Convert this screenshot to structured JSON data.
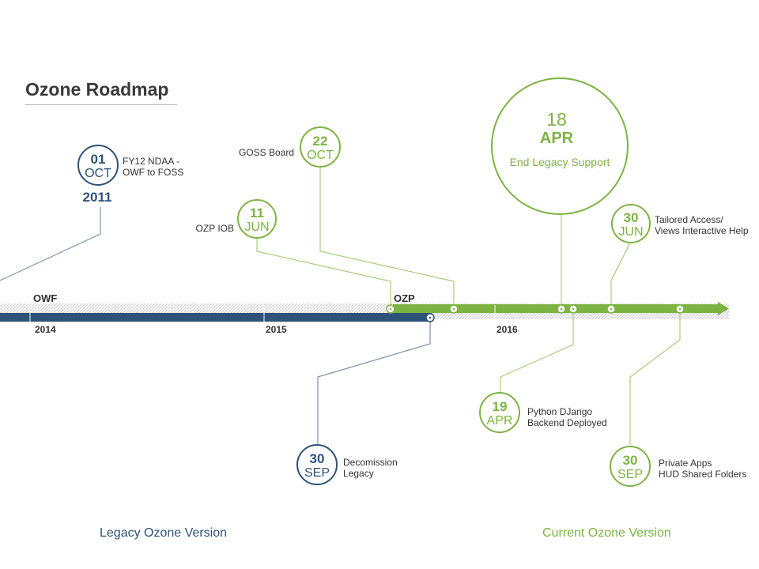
{
  "title": "Ozone Roadmap",
  "colors": {
    "legacy": "#2f5278",
    "current": "#7db343",
    "connector_legacy": "#7f94ab",
    "connector_current": "#a6cf7c",
    "hatch": "#c8c8c8",
    "label_text": "#333333"
  },
  "timeline": {
    "segments": [
      {
        "label": "OWF",
        "color_key": "legacy"
      },
      {
        "label": "OZP",
        "color_key": "current"
      }
    ],
    "years": [
      "2014",
      "2015",
      "2016"
    ]
  },
  "milestones": [
    {
      "id": "fy12-ndaa",
      "day": "01",
      "month": "OCT",
      "year": "2011",
      "text": [
        "FY12 NDAA -",
        "OWF to FOSS"
      ],
      "color_key": "legacy",
      "icon": "circle-badge"
    },
    {
      "id": "ozp-iob",
      "day": "11",
      "month": "JUN",
      "text": [
        "OZP IOB"
      ],
      "color_key": "current",
      "icon": "circle-badge"
    },
    {
      "id": "goss-board",
      "day": "22",
      "month": "OCT",
      "text": [
        "GOSS Board"
      ],
      "color_key": "current",
      "icon": "circle-badge"
    },
    {
      "id": "end-legacy",
      "day": "18",
      "month": "APR",
      "text": [
        "End Legacy Support"
      ],
      "color_key": "current",
      "icon": "circle-badge-large"
    },
    {
      "id": "tailored-access",
      "day": "30",
      "month": "JUN",
      "text": [
        "Tailored Access/",
        "Views Interactive Help"
      ],
      "color_key": "current",
      "icon": "circle-badge"
    },
    {
      "id": "decommission",
      "day": "30",
      "month": "SEP",
      "text": [
        "Decomission",
        "Legacy"
      ],
      "color_key": "legacy",
      "icon": "circle-badge"
    },
    {
      "id": "python-django",
      "day": "19",
      "month": "APR",
      "text": [
        "Python DJango",
        "Backend Deployed"
      ],
      "color_key": "current",
      "icon": "circle-badge"
    },
    {
      "id": "private-apps",
      "day": "30",
      "month": "SEP",
      "text": [
        "Private Apps",
        "HUD Shared Folders"
      ],
      "color_key": "current",
      "icon": "circle-badge"
    }
  ],
  "captions": {
    "legacy": "Legacy Ozone Version",
    "current": "Current Ozone Version"
  }
}
